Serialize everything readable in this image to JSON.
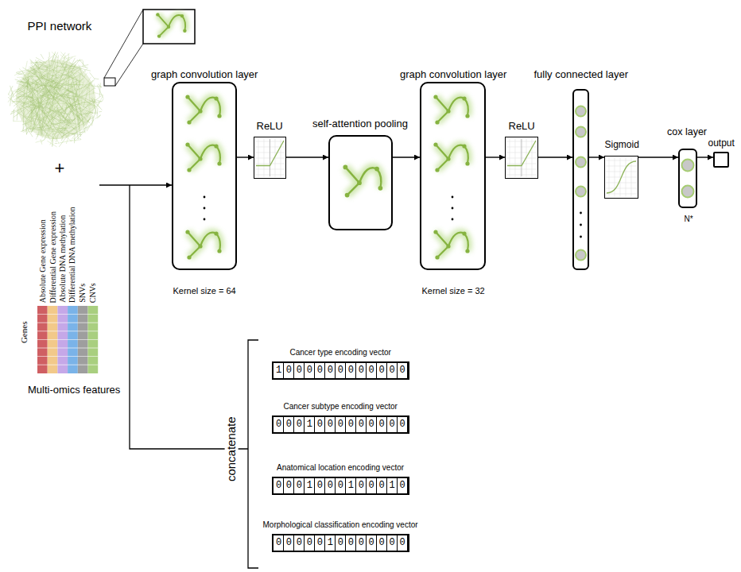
{
  "diagram": {
    "nodes": [
      {
        "text": [
          "PPI network"
        ]
      },
      {
        "text": [
          "Absolute Gene expression",
          "Differential Gene expression",
          "Absolute DNA methylation",
          "Differential DNA methylation",
          "SNVs",
          "CNVs",
          "Genes",
          "Multi-omics features"
        ]
      },
      {
        "text": [
          "graph convolution layer",
          "Kernel size = 64"
        ]
      },
      {
        "text": [
          "ReLU"
        ]
      },
      {
        "text": [
          "self-attention pooling"
        ]
      },
      {
        "text": [
          "graph convolution layer",
          "Kernel size = 32"
        ]
      },
      {
        "text": [
          "ReLU"
        ]
      },
      {
        "text": [
          "fully connected layer"
        ]
      },
      {
        "text": [
          "Sigmoid"
        ]
      },
      {
        "text": [
          "cox layer",
          "N*"
        ]
      },
      {
        "text": [
          "output"
        ]
      },
      {
        "text": [
          "Cancer type encoding vector",
          "1000000000000"
        ]
      },
      {
        "text": [
          "Cancer subtype encoding vector",
          "0001000000000"
        ]
      },
      {
        "text": [
          "Anatomical location encoding vector",
          "0001000100010"
        ]
      },
      {
        "text": [
          "Morphological classification encoding vector",
          "0000010000000"
        ]
      }
    ],
    "edges": [
      {
        "from": 1,
        "to": 2,
        "arrow": "to"
      },
      {
        "from": 2,
        "to": 3,
        "arrow": "to"
      },
      {
        "from": 3,
        "to": 4,
        "arrow": "to"
      },
      {
        "from": 4,
        "to": 5,
        "arrow": "to"
      },
      {
        "from": 5,
        "to": 6,
        "arrow": "to"
      },
      {
        "from": 6,
        "to": 7,
        "arrow": "to"
      },
      {
        "from": 7,
        "to": 8,
        "arrow": "to"
      },
      {
        "from": 8,
        "to": 9,
        "arrow": "to"
      },
      {
        "from": 9,
        "to": 10,
        "arrow": "to"
      }
    ],
    "labels": [
      "+",
      "concatenate"
    ]
  }
}
